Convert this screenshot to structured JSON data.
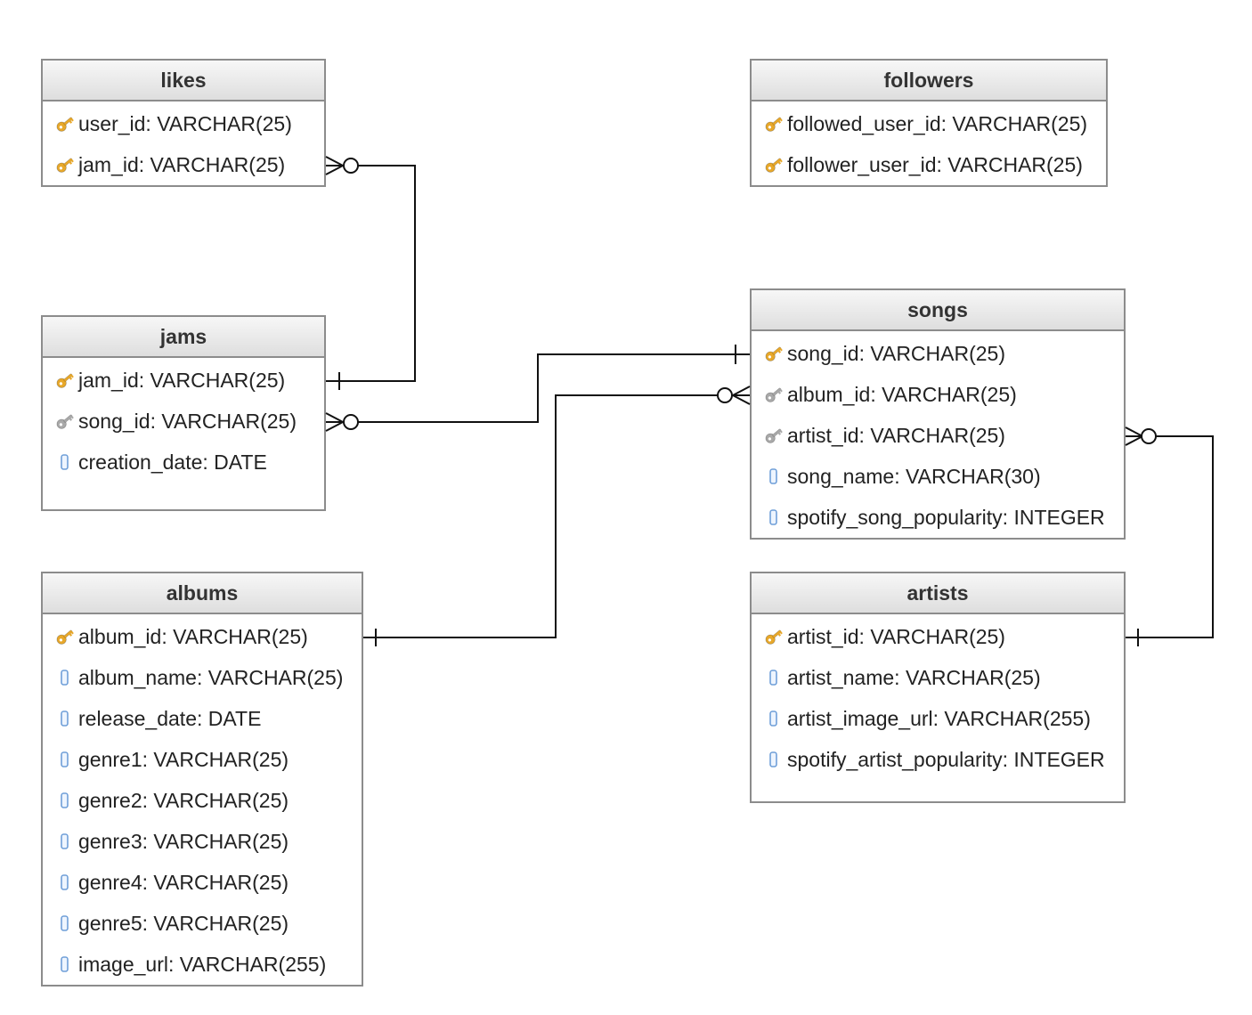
{
  "icon_colors": {
    "primary_key": "#e8a82a",
    "foreign_key": "#a9a9a9",
    "column": "#6f9fd8"
  },
  "tables": {
    "likes": {
      "name": "likes",
      "columns": [
        {
          "kind": "primary-key",
          "icon": "key-icon",
          "text": "user_id: VARCHAR(25)"
        },
        {
          "kind": "primary-key",
          "icon": "key-icon",
          "text": "jam_id: VARCHAR(25)"
        }
      ]
    },
    "followers": {
      "name": "followers",
      "columns": [
        {
          "kind": "primary-key",
          "icon": "key-icon",
          "text": "followed_user_id: VARCHAR(25)"
        },
        {
          "kind": "primary-key",
          "icon": "key-icon",
          "text": "follower_user_id: VARCHAR(25)"
        }
      ]
    },
    "jams": {
      "name": "jams",
      "columns": [
        {
          "kind": "primary-key",
          "icon": "key-icon",
          "text": "jam_id: VARCHAR(25)"
        },
        {
          "kind": "foreign-key",
          "icon": "key-icon",
          "text": "song_id: VARCHAR(25)"
        },
        {
          "kind": "column",
          "icon": "column-icon",
          "text": "creation_date: DATE"
        }
      ]
    },
    "songs": {
      "name": "songs",
      "columns": [
        {
          "kind": "primary-key",
          "icon": "key-icon",
          "text": "song_id: VARCHAR(25)"
        },
        {
          "kind": "foreign-key",
          "icon": "key-icon",
          "text": "album_id: VARCHAR(25)"
        },
        {
          "kind": "foreign-key",
          "icon": "key-icon",
          "text": "artist_id: VARCHAR(25)"
        },
        {
          "kind": "column",
          "icon": "column-icon",
          "text": "song_name: VARCHAR(30)"
        },
        {
          "kind": "column",
          "icon": "column-icon",
          "text": "spotify_song_popularity: INTEGER"
        }
      ]
    },
    "albums": {
      "name": "albums",
      "columns": [
        {
          "kind": "primary-key",
          "icon": "key-icon",
          "text": "album_id: VARCHAR(25)"
        },
        {
          "kind": "column",
          "icon": "column-icon",
          "text": "album_name: VARCHAR(25)"
        },
        {
          "kind": "column",
          "icon": "column-icon",
          "text": "release_date: DATE"
        },
        {
          "kind": "column",
          "icon": "column-icon",
          "text": "genre1: VARCHAR(25)"
        },
        {
          "kind": "column",
          "icon": "column-icon",
          "text": "genre2: VARCHAR(25)"
        },
        {
          "kind": "column",
          "icon": "column-icon",
          "text": "genre3: VARCHAR(25)"
        },
        {
          "kind": "column",
          "icon": "column-icon",
          "text": "genre4: VARCHAR(25)"
        },
        {
          "kind": "column",
          "icon": "column-icon",
          "text": "genre5: VARCHAR(25)"
        },
        {
          "kind": "column",
          "icon": "column-icon",
          "text": "image_url: VARCHAR(255)"
        }
      ]
    },
    "artists": {
      "name": "artists",
      "columns": [
        {
          "kind": "primary-key",
          "icon": "key-icon",
          "text": "artist_id: VARCHAR(25)"
        },
        {
          "kind": "column",
          "icon": "column-icon",
          "text": "artist_name: VARCHAR(25)"
        },
        {
          "kind": "column",
          "icon": "column-icon",
          "text": "artist_image_url: VARCHAR(255)"
        },
        {
          "kind": "column",
          "icon": "column-icon",
          "text": "spotify_artist_popularity: INTEGER"
        }
      ]
    }
  },
  "relationships": [
    {
      "from": "jams.jam_id",
      "to": "likes.jam_id",
      "one_end": "jams",
      "many_end": "likes",
      "many_type": "zero-or-many"
    },
    {
      "from": "songs.song_id",
      "to": "jams.song_id",
      "one_end": "songs",
      "many_end": "jams",
      "many_type": "zero-or-many"
    },
    {
      "from": "albums.album_id",
      "to": "songs.album_id",
      "one_end": "albums",
      "many_end": "songs",
      "many_type": "zero-or-many"
    },
    {
      "from": "artists.artist_id",
      "to": "songs.artist_id",
      "one_end": "artists",
      "many_end": "songs",
      "many_type": "zero-or-many"
    }
  ]
}
